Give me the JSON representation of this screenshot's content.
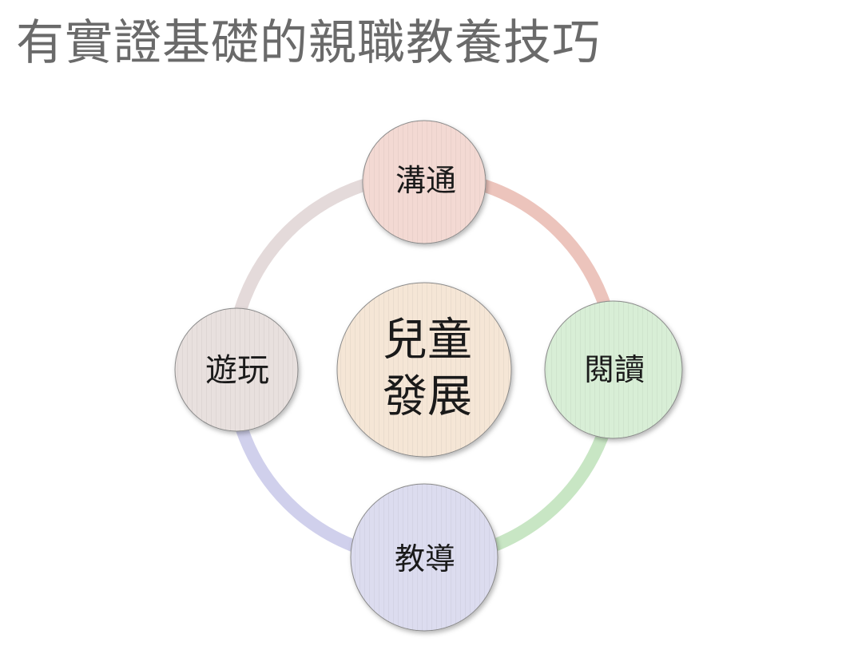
{
  "title": "有實證基礎的親職教養技巧",
  "diagram": {
    "center": {
      "lines": [
        "兒童",
        "發展"
      ],
      "fill": "#f5e6d6"
    },
    "nodes": [
      {
        "key": "top",
        "label": "溝通",
        "fill": "#f3d9d3",
        "ring": "#ecc4bc"
      },
      {
        "key": "right",
        "label": "閱讀",
        "fill": "#d8eed6",
        "ring": "#c8e6c4"
      },
      {
        "key": "bottom",
        "label": "教導",
        "fill": "#dcdcef",
        "ring": "#d0d0ec"
      },
      {
        "key": "left",
        "label": "遊玩",
        "fill": "#e8e0de",
        "ring": "#e4dada"
      }
    ]
  }
}
